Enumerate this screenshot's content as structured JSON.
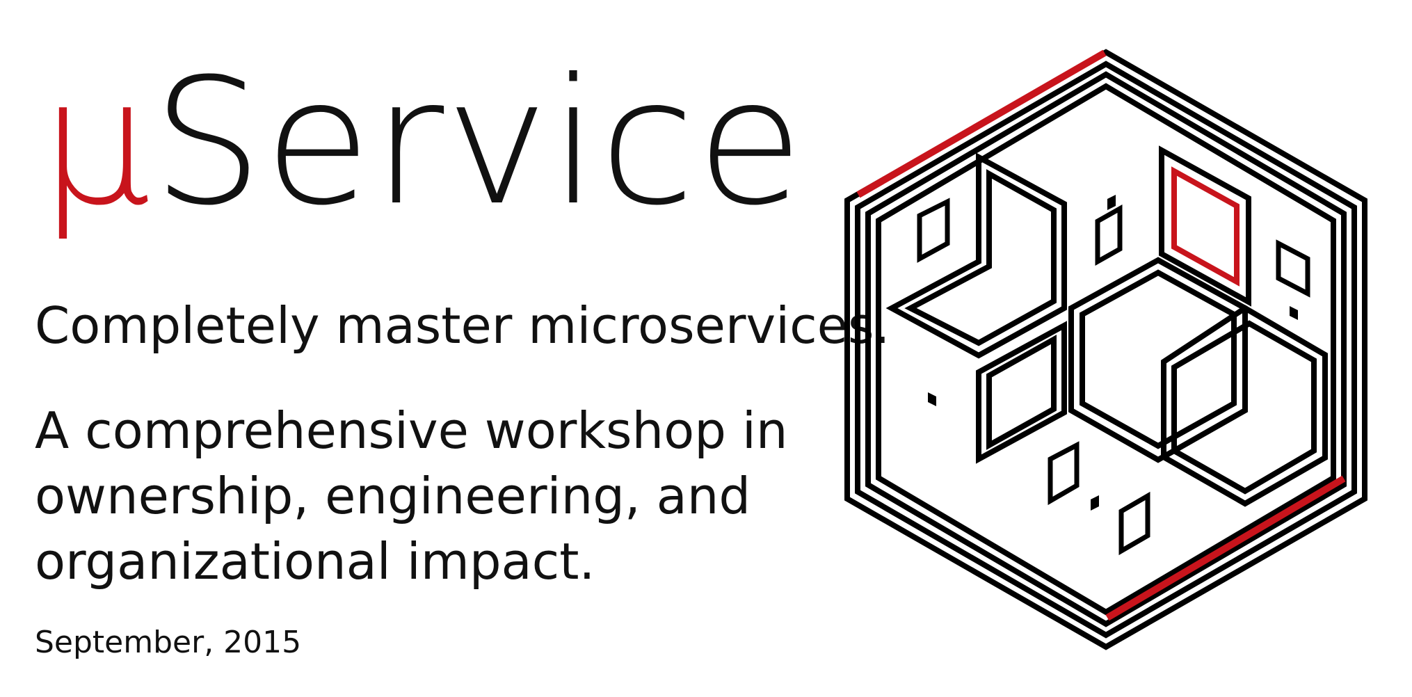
{
  "title": {
    "mu": "µ",
    "rest": "Service"
  },
  "tagline": "Completely master microservices.",
  "description": {
    "lines": [
      "A comprehensive workshop in",
      "ownership, engineering, and",
      "organizational impact."
    ]
  },
  "date": "September, 2015",
  "colors": {
    "accent": "#c8141c",
    "text": "#111111",
    "background": "#ffffff"
  },
  "logo": {
    "icon": "isometric-hexagon-cube-logo"
  }
}
